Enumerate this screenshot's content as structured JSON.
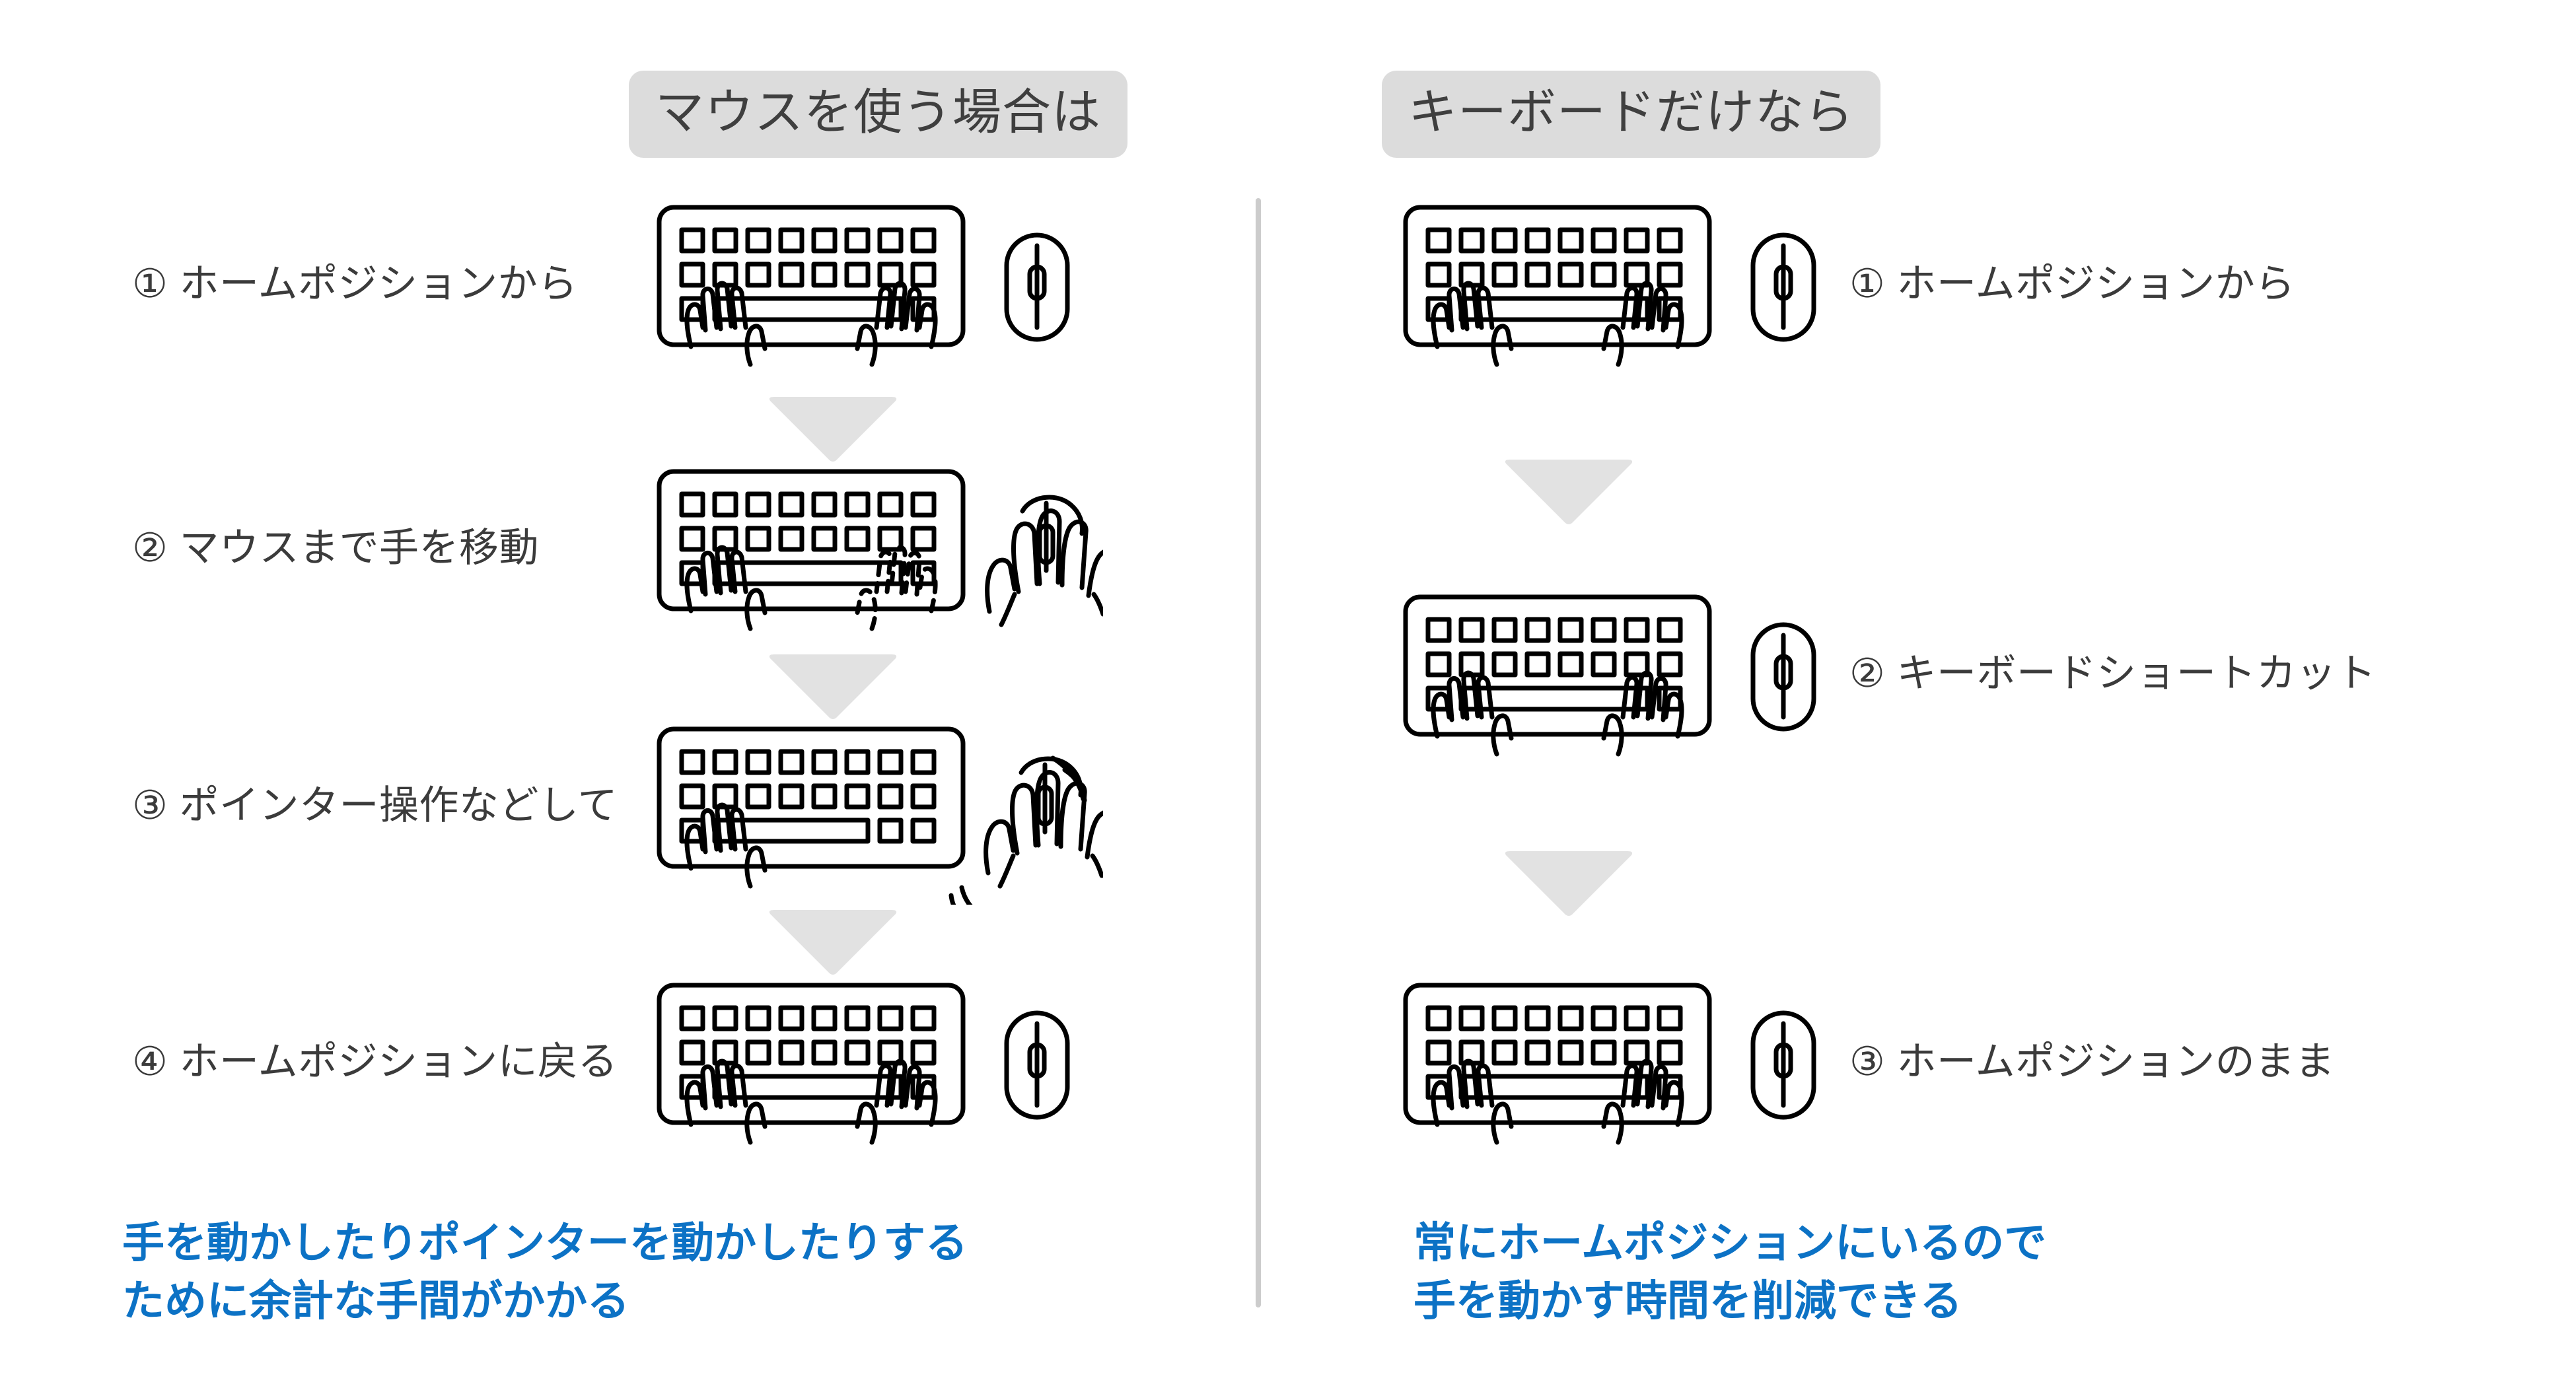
{
  "diagram": {
    "title_left": "マウスを使う場合は",
    "title_right": "キーボードだけなら",
    "left_column": {
      "header": "マウスを使う場合は",
      "steps": [
        {
          "label": "① ホームポジションから",
          "icon": "keyboard-two-hands-mouse-idle-icon"
        },
        {
          "label": "② マウスまで手を移動",
          "icon": "keyboard-left-hand-ghost-right-hand-on-mouse-icon"
        },
        {
          "label": "③ ポインター操作などして",
          "icon": "keyboard-left-hand-right-hand-moving-mouse-icon"
        },
        {
          "label": "④ ホームポジションに戻る",
          "icon": "keyboard-two-hands-mouse-idle-icon"
        }
      ],
      "arrow_count": 3,
      "conclusion": "手を動かしたりポインターを動かしたりする\nために余計な手間がかかる"
    },
    "right_column": {
      "header": "キーボードだけなら",
      "steps": [
        {
          "label": "① ホームポジションから",
          "icon": "keyboard-two-hands-mouse-idle-icon"
        },
        {
          "label": "② キーボードショートカット",
          "icon": "keyboard-two-hands-mouse-idle-icon"
        },
        {
          "label": "③ ホームポジションのまま",
          "icon": "keyboard-two-hands-mouse-idle-icon"
        }
      ],
      "arrow_count": 2,
      "conclusion": "常にホームポジションにいるので\n手を動かす時間を削減できる"
    },
    "colors": {
      "header_background": "#DCDCDC",
      "header_text": "#3F3F3F",
      "body_text": "#3B3B3B",
      "accent_blue": "#0C72C5",
      "arrow_gray": "#E2E2E2",
      "divider_gray": "#CCCCCC",
      "line_art": "#000000",
      "page_background": "#FFFFFF"
    }
  }
}
